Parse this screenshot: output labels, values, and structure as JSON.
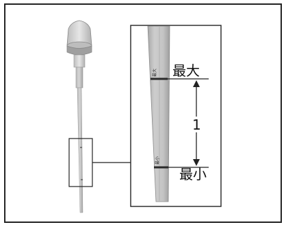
{
  "labels": {
    "max": "最大",
    "min": "最小",
    "measure": "1"
  },
  "stick_marks": {
    "max": "最大",
    "min": "最小"
  },
  "colors": {
    "border": "#222222",
    "stick_light": "#c9c9c9",
    "stick_mid": "#a9a9a9",
    "stick_dark": "#888888",
    "handle": "#cfcfcf"
  }
}
